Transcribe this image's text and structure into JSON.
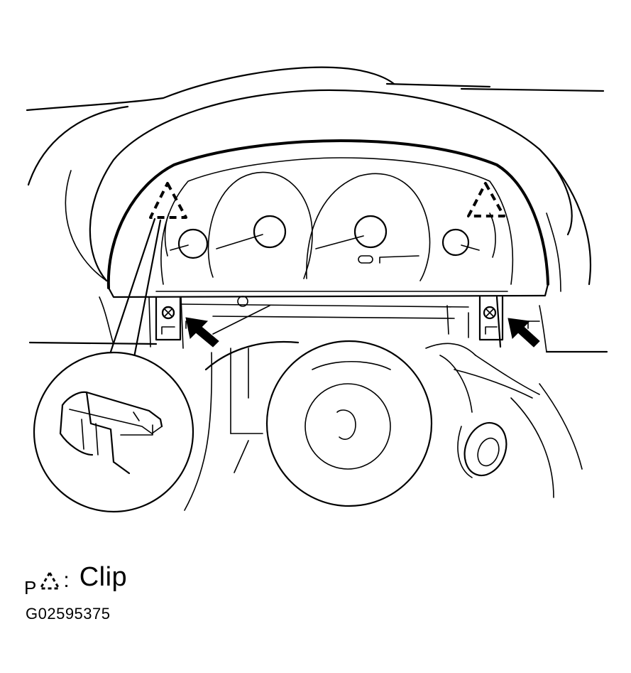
{
  "legend": {
    "marker": "P",
    "icon": "dashed-triangle-clip-icon",
    "colon": ":",
    "label": "Clip"
  },
  "figure_id": "G02595375"
}
